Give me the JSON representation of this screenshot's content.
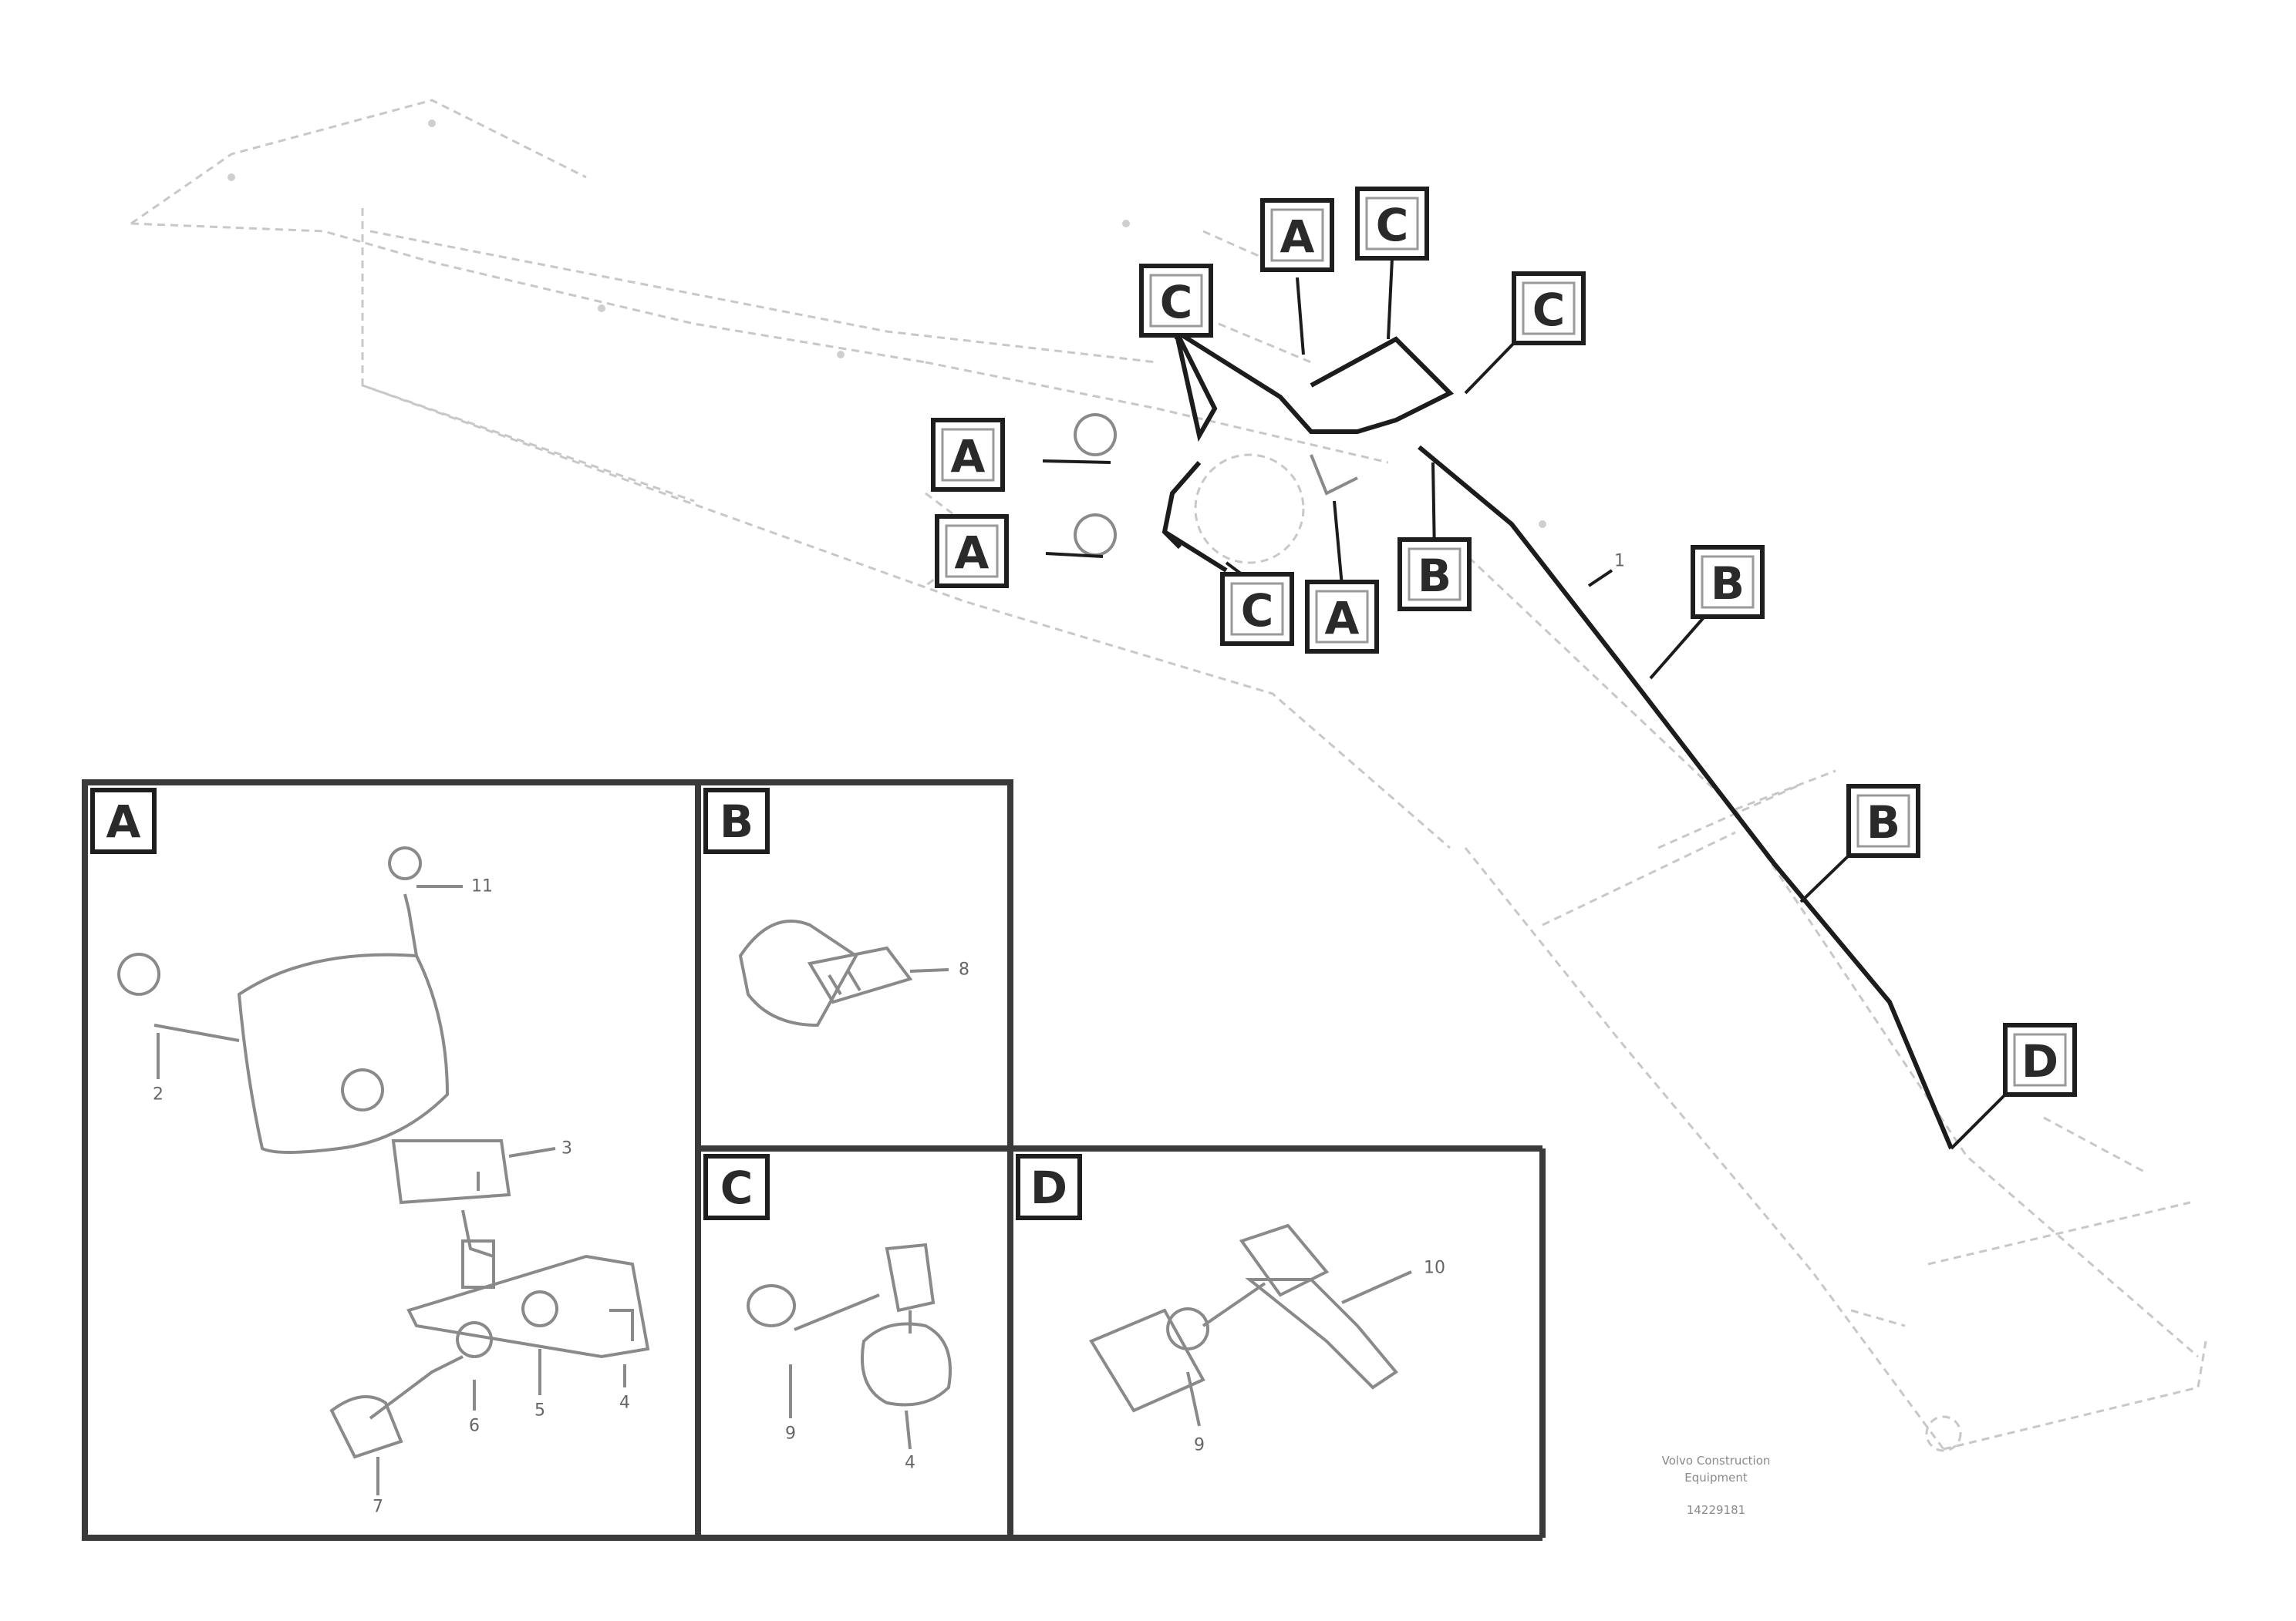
{
  "labels": {
    "A": "A",
    "B": "B",
    "C": "C",
    "D": "D"
  },
  "inset_titles": [
    "A",
    "B",
    "C",
    "D"
  ],
  "part_numbers": {
    "main_1": "1",
    "a_11": "11",
    "a_2": "2",
    "a_3": "3",
    "a_4": "4",
    "a_5": "5",
    "a_6": "6",
    "a_7": "7",
    "b_8": "8",
    "c_9": "9",
    "c_4": "4",
    "d_10": "10",
    "d_9": "9"
  },
  "reference": {
    "line1": "Volvo Construction",
    "line2": "Equipment",
    "line3": "14229181"
  },
  "colors": {
    "line": "#1c1c1c",
    "ghost": "#c8c8c8",
    "frame": "#3a3a3a"
  }
}
